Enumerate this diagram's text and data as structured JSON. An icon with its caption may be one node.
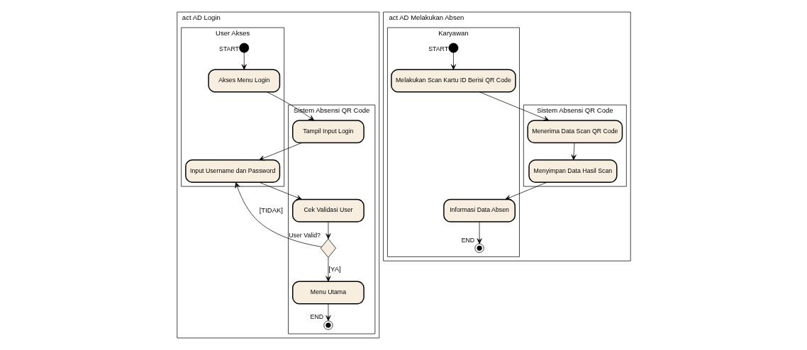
{
  "diagram": {
    "nodes": [
      {
        "text": [
          "act AD Login"
        ]
      },
      {
        "text": [
          "User Akses"
        ],
        "in": 0
      },
      {
        "text": [
          "Sistem Absensi QR Code"
        ],
        "in": 0
      },
      {
        "text": [],
        "shape": "circle",
        "in": 1,
        "beside": [
          "START"
        ]
      },
      {
        "text": [
          "Akses Menu Login"
        ],
        "in": 1
      },
      {
        "text": [
          "Input Username dan Password"
        ],
        "in": 1
      },
      {
        "text": [
          "Tampil Input Login"
        ],
        "in": 2
      },
      {
        "text": [
          "Cek Validasi User"
        ],
        "in": 2
      },
      {
        "text": [],
        "shape": "diamond",
        "in": 2,
        "beside": [
          "User Valid?"
        ]
      },
      {
        "text": [
          "Menu Utama"
        ],
        "in": 2
      },
      {
        "text": [],
        "shape": "circle",
        "in": 2,
        "beside": [
          "END"
        ]
      },
      {
        "text": [
          "act AD Melakukan Absen"
        ]
      },
      {
        "text": [
          "Karyawan"
        ],
        "in": 11
      },
      {
        "text": [
          "Sistem Absensi QR Code"
        ],
        "in": 11
      },
      {
        "text": [],
        "shape": "circle",
        "in": 12,
        "beside": [
          "START"
        ]
      },
      {
        "text": [
          "Melakukan Scan Kartu ID Berisi QR Code"
        ],
        "in": 12
      },
      {
        "text": [
          "Informasi Data Absen"
        ],
        "in": 12
      },
      {
        "text": [],
        "shape": "circle",
        "in": 12,
        "beside": [
          "END"
        ]
      },
      {
        "text": [
          "Menerima Data Scan QR Code"
        ],
        "in": 13
      },
      {
        "text": [
          "Menyimpan Data Hasil Scan"
        ],
        "in": 13
      }
    ],
    "edges": [
      {
        "from": 3,
        "to": 4,
        "arrow": "to"
      },
      {
        "from": 4,
        "to": 6,
        "arrow": "to"
      },
      {
        "from": 6,
        "to": 5,
        "arrow": "to"
      },
      {
        "from": 5,
        "to": 7,
        "arrow": "to"
      },
      {
        "from": 7,
        "to": 8,
        "arrow": "to"
      },
      {
        "from": 8,
        "to": 5,
        "arrow": "to",
        "label": "[TIDAK]"
      },
      {
        "from": 8,
        "to": 9,
        "arrow": "to",
        "label": "[YA]"
      },
      {
        "from": 9,
        "to": 10,
        "arrow": "to"
      },
      {
        "from": 14,
        "to": 15,
        "arrow": "to"
      },
      {
        "from": 15,
        "to": 18,
        "arrow": "to"
      },
      {
        "from": 18,
        "to": 19,
        "arrow": "to"
      },
      {
        "from": 19,
        "to": 16,
        "arrow": "to"
      },
      {
        "from": 16,
        "to": 17,
        "arrow": "to"
      }
    ]
  }
}
